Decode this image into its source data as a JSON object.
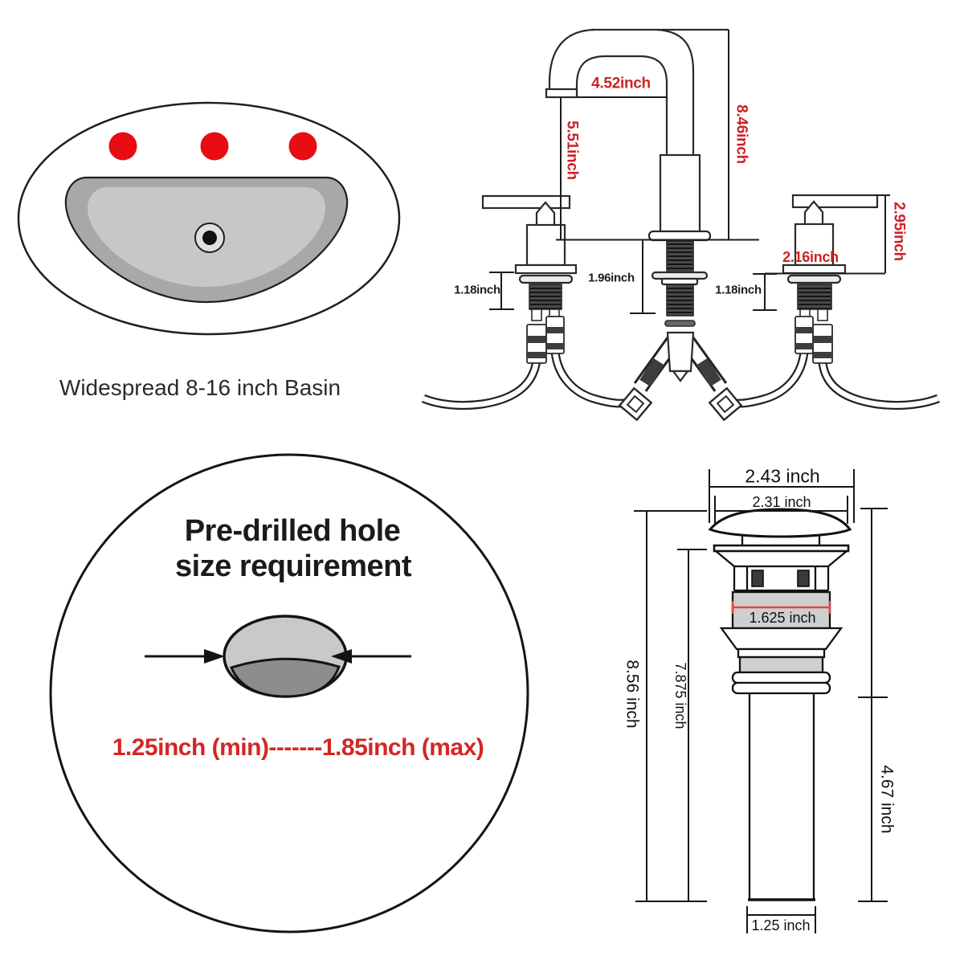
{
  "basin": {
    "caption": "Widespread 8-16 inch Basin"
  },
  "faucet": {
    "spout_reach": "4.52inch",
    "total_height": "8.46inch",
    "spout_height": "5.51inch",
    "handle_height": "2.95inch",
    "handle_width": "2.16inch",
    "center_shank": "1.96inch",
    "left_shank": "1.18inch",
    "right_shank": "1.18inch"
  },
  "predrilled": {
    "title_line1": "Pre-drilled hole",
    "title_line2": "size requirement",
    "range": "1.25inch (min)-------1.85inch (max)"
  },
  "drain": {
    "cap_width": "2.43 inch",
    "cap_inner": "2.31 inch",
    "body_width": "1.625 inch",
    "total_height": "8.56 inch",
    "under_cap_height": "7.875 inch",
    "tail_height": "4.67 inch",
    "pipe_width": "1.25 inch"
  },
  "colors": {
    "red_label": "#cb2327",
    "hole_dot_red": "#e70d12",
    "drain_red_line": "#e04848",
    "line": "#262626",
    "gray_fill": "#c9c9c9"
  }
}
